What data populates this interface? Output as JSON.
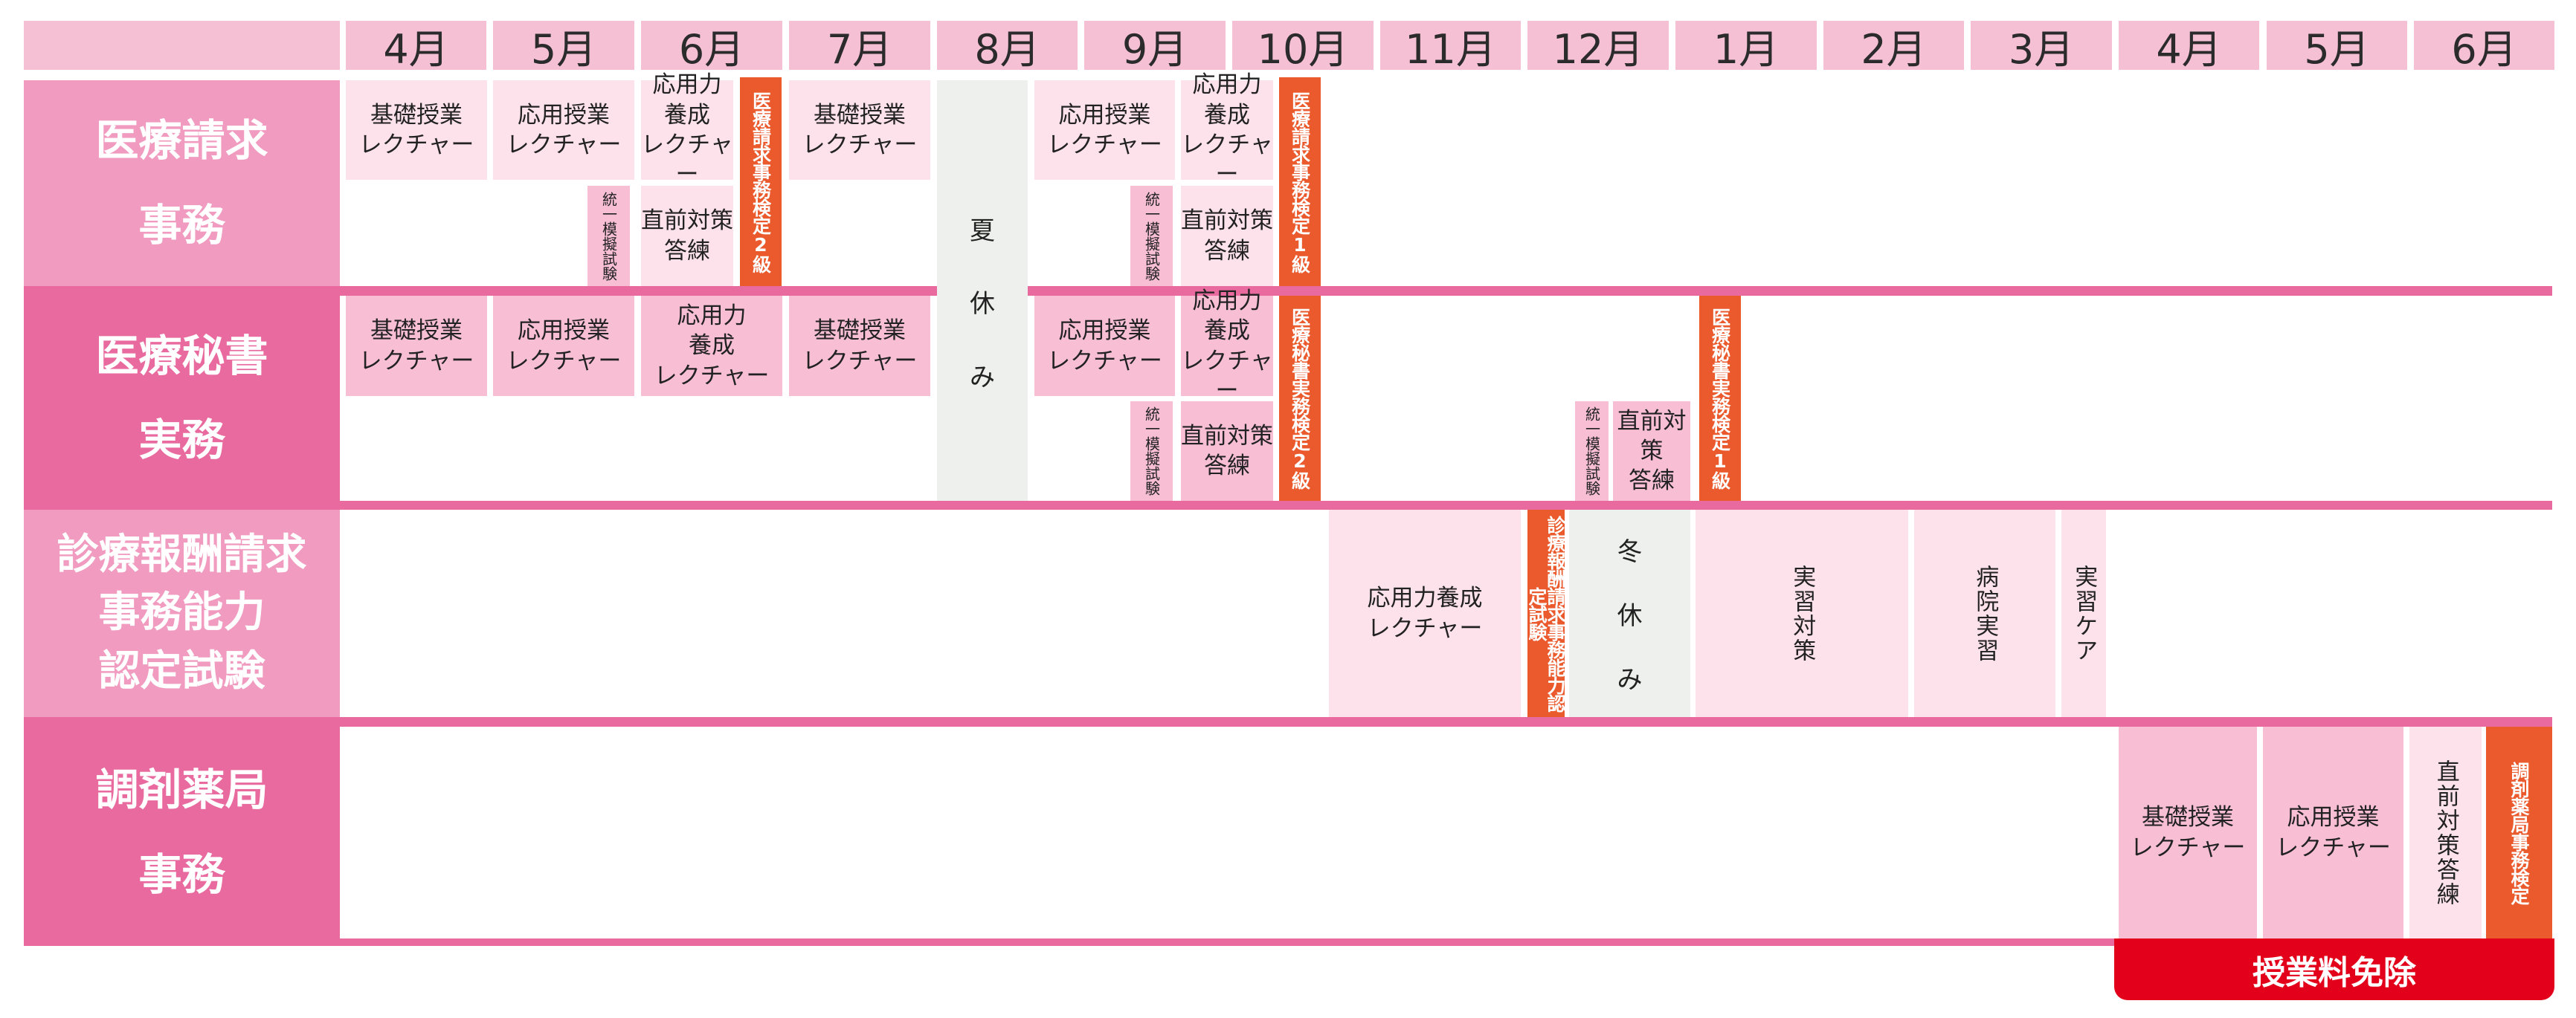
{
  "months": [
    "4月",
    "5月",
    "6月",
    "7月",
    "8月",
    "9月",
    "10月",
    "11月",
    "12月",
    "1月",
    "2月",
    "3月",
    "4月",
    "5月",
    "6月"
  ],
  "categories": {
    "iryo_seikyu": [
      "医療請求",
      "事務"
    ],
    "iryo_hisho": [
      "医療秘書",
      "実務"
    ],
    "shinryo": [
      "診療報酬請求",
      "事務能力",
      "認定試験"
    ],
    "chozai": [
      "調剤薬局",
      "事務"
    ]
  },
  "labels": {
    "basic_lecture": [
      "基礎授業",
      "レクチャー"
    ],
    "applied_lecture": [
      "応用授業",
      "レクチャー"
    ],
    "applied_power": [
      "応用力",
      "養成",
      "レクチャー"
    ],
    "applied_power_inline": [
      "応用力養成",
      "レクチャー"
    ],
    "final_practice": [
      "直前対策",
      "答練"
    ],
    "mock_exam": "統一模擬試験",
    "final_practice_vertical": "直前対策答練",
    "summer_break": [
      "夏",
      "休",
      "み"
    ],
    "winter_break": [
      "冬",
      "休",
      "み"
    ],
    "practical_prep": "実習対策",
    "hospital_practice": "病院実習",
    "practical_care": "実習ケア",
    "exam_seikyu_2": "医療請求事務検定2級",
    "exam_seikyu_1": "医療請求事務検定1級",
    "exam_hisho_2": "医療秘書実務検定2級",
    "exam_hisho_1": "医療秘書実務検定1級",
    "exam_shinryo": "診療報酬請求事務能力認定試験",
    "exam_chozai": "調剤薬局事務検定"
  },
  "tuition_waiver": "授業料免除",
  "colors": {
    "category_dark": "#e86a9f",
    "category_light": "#f09bbf",
    "cell_light": "#fde2ec",
    "cell_mid": "#f8bfd4",
    "exam": "#ea5a2d",
    "holiday": "#eef0ee",
    "fee": "#e3001b"
  }
}
